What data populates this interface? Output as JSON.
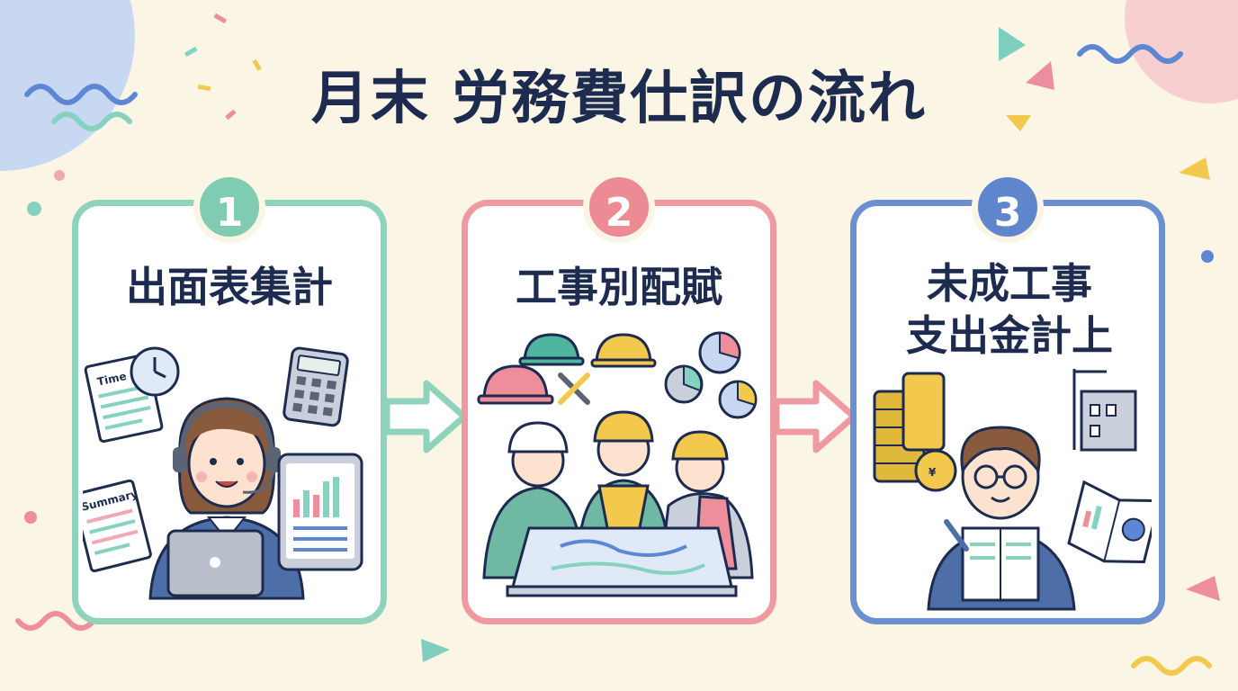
{
  "title": "月末 労務費仕訳の流れ",
  "steps": [
    {
      "number": "1",
      "title": "出面表集計"
    },
    {
      "number": "2",
      "title": "工事別配賦"
    },
    {
      "number": "3",
      "title": "未成工事\n支出金計上"
    }
  ],
  "labels": {
    "time_sheet": "Time",
    "summary_sheet": "Summary"
  },
  "colors": {
    "step1": "#8fd3bd",
    "step2": "#ef9aa0",
    "step3": "#6b8fd0",
    "navy": "#1d2b4f",
    "background": "#fbf5e6"
  }
}
